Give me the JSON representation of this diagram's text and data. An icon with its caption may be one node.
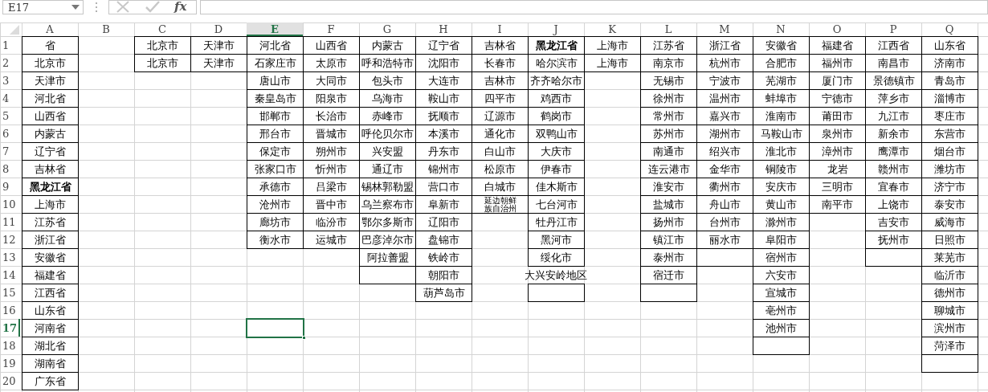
{
  "diagram": {
    "nodes": [
      {
        "text": [],
        "shape": "box"
      }
    ],
    "labels": [
      "E17",
      "fx",
      "A",
      "B",
      "C",
      "D",
      "E",
      "F",
      "G",
      "H",
      "I",
      "J",
      "K",
      "L",
      "M",
      "N",
      "O",
      "P",
      "Q",
      "1",
      "省",
      "北京市",
      "天津市",
      "河北省",
      "山西省",
      "内蒙古",
      "辽宁省",
      "吉林省",
      "黑龙江省",
      "上海市",
      "江苏省",
      "浙江省",
      "安徽省",
      "福建省",
      "江西省",
      "山东省",
      "2",
      "北京市",
      "北京市",
      "天津市",
      "石家庄市",
      "太原市",
      "呼和浩特市",
      "沈阳市",
      "长春市",
      "哈尔滨市",
      "上海市",
      "南京市",
      "杭州市",
      "合肥市",
      "福州市",
      "南昌市",
      "济南市",
      "3",
      "天津市",
      "唐山市",
      "大同市",
      "包头市",
      "大连市",
      "吉林市",
      "齐齐哈尔市",
      "无锡市",
      "宁波市",
      "芜湖市",
      "厦门市",
      "景德镇市",
      "青岛市",
      "4",
      "河北省",
      "秦皇岛市",
      "阳泉市",
      "乌海市",
      "鞍山市",
      "四平市",
      "鸡西市",
      "徐州市",
      "温州市",
      "蚌埠市",
      "宁德市",
      "萍乡市",
      "淄博市",
      "5",
      "山西省",
      "邯郸市",
      "长治市",
      "赤峰市",
      "抚顺市",
      "辽源市",
      "鹤岗市",
      "常州市",
      "嘉兴市",
      "淮南市",
      "莆田市",
      "九江市",
      "枣庄市",
      "6",
      "内蒙古",
      "邢台市",
      "晋城市",
      "呼伦贝尔市",
      "本溪市",
      "通化市",
      "双鸭山市",
      "苏州市",
      "湖州市",
      "马鞍山市",
      "泉州市",
      "新余市",
      "东营市",
      "7",
      "辽宁省",
      "保定市",
      "朔州市",
      "兴安盟",
      "丹东市",
      "白山市",
      "大庆市",
      "南通市",
      "绍兴市",
      "淮北市",
      "漳州市",
      "鹰潭市",
      "烟台市",
      "8",
      "吉林省",
      "张家口市",
      "忻州市",
      "通辽市",
      "锦州市",
      "松原市",
      "伊春市",
      "连云港市",
      "金华市",
      "铜陵市",
      "龙岩",
      "赣州市",
      "潍坊市",
      "9",
      "黑龙江省",
      "承德市",
      "吕梁市",
      "锡林郭勒盟",
      "营口市",
      "白城市",
      "佳木斯市",
      "淮安市",
      "衢州市",
      "安庆市",
      "三明市",
      "宜春市",
      "济宁市",
      "10",
      "上海市",
      "沧州市",
      "晋中市",
      "乌兰察布市",
      "阜新市",
      "延边朝鲜族自治州",
      "七台河市",
      "盐城市",
      "舟山市",
      "黄山市",
      "南平市",
      "上饶市",
      "泰安市",
      "11",
      "江苏省",
      "廊坊市",
      "临汾市",
      "鄂尔多斯市",
      "辽阳市",
      "牡丹江市",
      "扬州市",
      "台州市",
      "滁州市",
      "吉安市",
      "威海市",
      "12",
      "浙江省",
      "衡水市",
      "运城市",
      "巴彦淖尔市",
      "盘锦市",
      "黑河市",
      "镇江市",
      "丽水市",
      "阜阳市",
      "抚州市",
      "日照市",
      "13",
      "安徽省",
      "阿拉善盟",
      "铁岭市",
      "绥化市",
      "泰州市",
      "宿州市",
      "莱芜市",
      "14",
      "福建省",
      "朝阳市",
      "大兴安岭地区",
      "宿迁市",
      "六安市",
      "临沂市",
      "15",
      "江西省",
      "葫芦岛市",
      "宣城市",
      "德州市",
      "16",
      "山东省",
      "亳州市",
      "聊城市",
      "17",
      "河南省",
      "池州市",
      "滨州市",
      "18",
      "湖北省",
      "菏泽市",
      "19",
      "湖南省",
      "20",
      "广东省"
    ]
  }
}
